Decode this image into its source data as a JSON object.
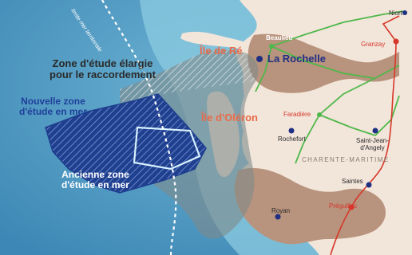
{
  "map": {
    "zones": {
      "enlarged_study_zone": "Zone d'étude élargie\npour le raccordement",
      "new_study_zone": "Nouvelle zone\nd'étude en mer",
      "old_study_zone": "Ancienne zone\nd'étude en mer"
    },
    "islands": {
      "ile_de_re": "Île de Ré",
      "ile_d_oleron": "Île d'Oléron"
    },
    "cities": {
      "la_rochelle": "La Rochelle",
      "rochefort": "Rochefort",
      "saint_jean_d_angely": "Saint-Jean-\nd'Angely",
      "saintes": "Saintes",
      "royan": "Royan",
      "niort": "Niort"
    },
    "substations": {
      "beaulieu": "Beaulieu",
      "faradiere": "Faradière",
      "preguillac": "Préguillac",
      "granzay": "Granzay"
    },
    "region": "CHARENTE-MARITIME",
    "sea_limit": "limite mer territoriale",
    "colors": {
      "sea": "#4f9cc4",
      "shallow_sea": "#8ccbe0",
      "land": "#f2e5da",
      "department": "#b8937d",
      "enlarged_zone": "#7f8a8b",
      "new_zone": "#1f3f8f",
      "old_zone_outline": "#d8f2ff",
      "high_voltage_line": "#4fb84a",
      "red_line": "#d7372a",
      "big_city_marker": "#1f2f84"
    }
  }
}
